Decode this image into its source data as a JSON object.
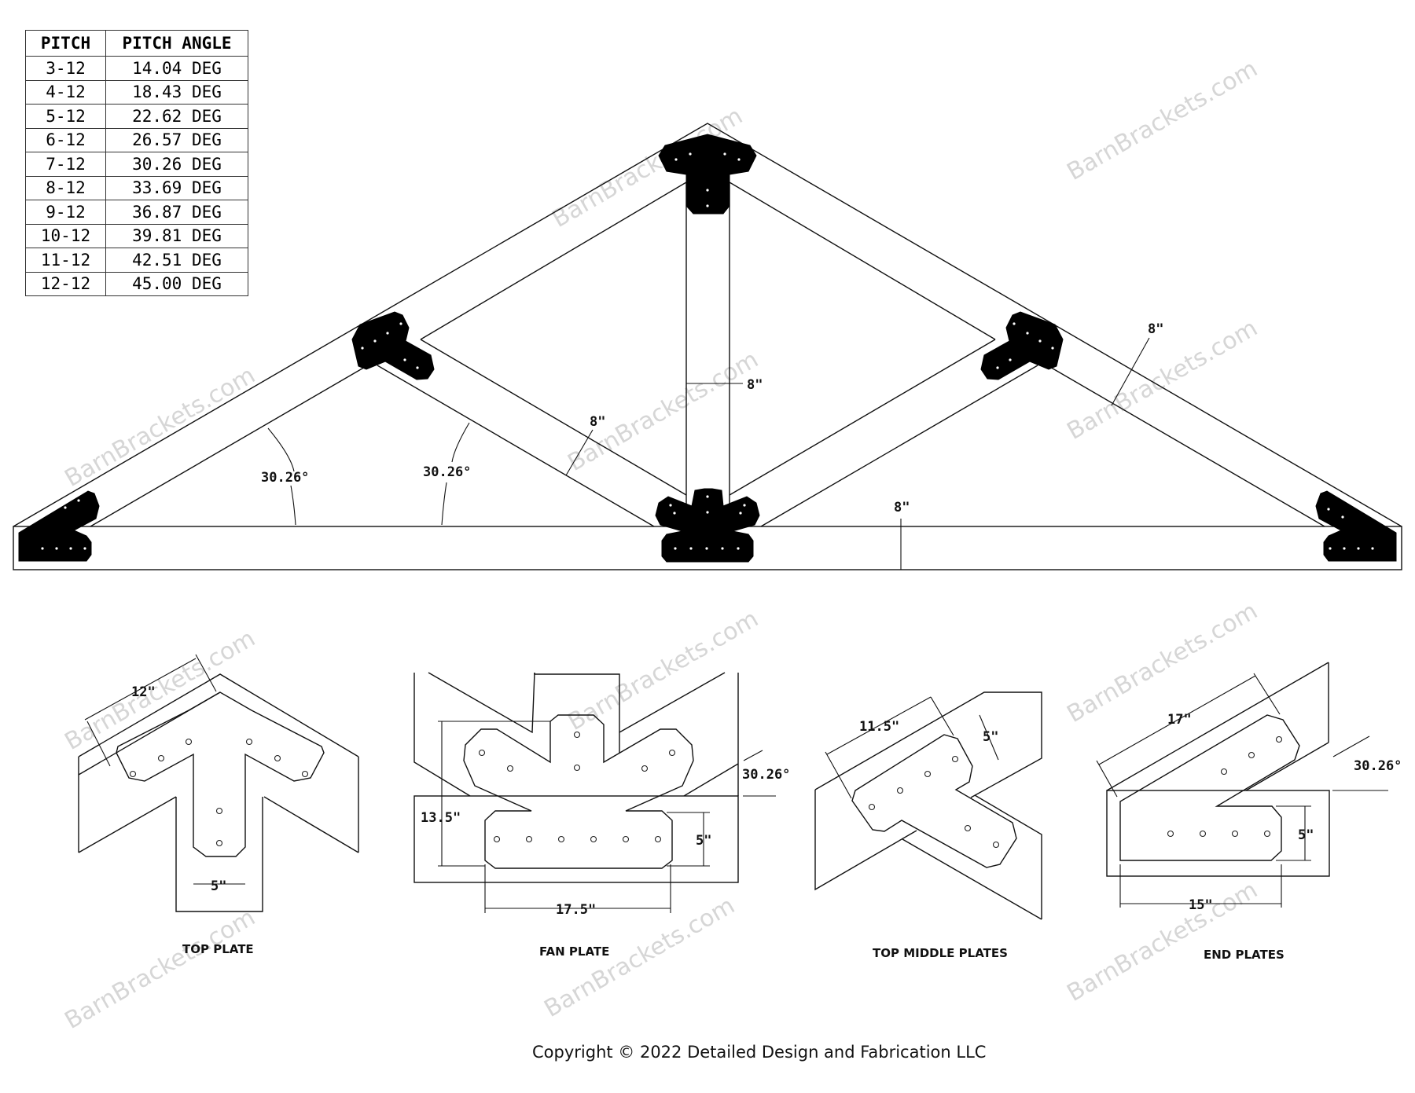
{
  "pitch_table": {
    "headers": [
      "PITCH",
      "PITCH ANGLE"
    ],
    "rows": [
      {
        "pitch": "3-12",
        "angle": "14.04 DEG"
      },
      {
        "pitch": "4-12",
        "angle": "18.43 DEG"
      },
      {
        "pitch": "5-12",
        "angle": "22.62 DEG"
      },
      {
        "pitch": "6-12",
        "angle": "26.57 DEG"
      },
      {
        "pitch": "7-12",
        "angle": "30.26 DEG"
      },
      {
        "pitch": "8-12",
        "angle": "33.69 DEG"
      },
      {
        "pitch": "9-12",
        "angle": "36.87 DEG"
      },
      {
        "pitch": "10-12",
        "angle": "39.81 DEG"
      },
      {
        "pitch": "11-12",
        "angle": "42.51 DEG"
      },
      {
        "pitch": "12-12",
        "angle": "45.00 DEG"
      }
    ]
  },
  "truss": {
    "angle_left": "30.26°",
    "angle_web": "30.26°",
    "web_width": "8\"",
    "post_width": "8\"",
    "chord_width": "8\"",
    "bottom_chord_depth": "8\""
  },
  "details": {
    "top_plate": {
      "caption": "TOP PLATE",
      "arm_length": "12\"",
      "stem_width": "5\""
    },
    "fan_plate": {
      "caption": "FAN PLATE",
      "height": "13.5\"",
      "width": "17.5\"",
      "bottom_width": "5\"",
      "angle": "30.26°"
    },
    "top_middle_plates": {
      "caption": "TOP MIDDLE PLATES",
      "length": "11.5\"",
      "width": "5\""
    },
    "end_plates": {
      "caption": "END PLATES",
      "top_length": "17\"",
      "bottom_length": "15\"",
      "width": "5\"",
      "angle": "30.26°"
    }
  },
  "watermark": "BarnBrackets.com",
  "copyright": "Copyright © 2022 Detailed Design and Fabrication LLC"
}
